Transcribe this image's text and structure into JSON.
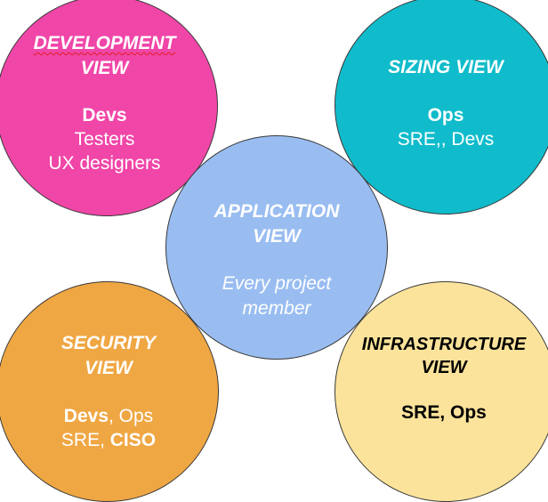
{
  "colors": {
    "development": "#f046a8",
    "sizing": "#10bccb",
    "application": "#99bdf1",
    "security": "#efa743",
    "infrastructure": "#fce39b"
  },
  "development": {
    "title_1": "DEVELOPMENT",
    "title_2": "VIEW",
    "line_1": "Devs",
    "line_2": "Testers",
    "line_3": "UX designers"
  },
  "sizing": {
    "title": "SIZING VIEW",
    "line_1": "Ops",
    "line_2": "SRE,, Devs"
  },
  "application": {
    "title_1": "APPLICATION",
    "title_2": "VIEW",
    "body_1": "Every project",
    "body_2": "member"
  },
  "security": {
    "title_1": "SECURITY",
    "title_2": "VIEW",
    "line_1_bold": "Devs",
    "line_1_rest": ", Ops",
    "line_2_start": "SRE, ",
    "line_2_bold": "CISO"
  },
  "infrastructure": {
    "title_1": "INFRASTRUCTURE",
    "title_2": "VIEW",
    "line_1": "SRE, Ops"
  }
}
